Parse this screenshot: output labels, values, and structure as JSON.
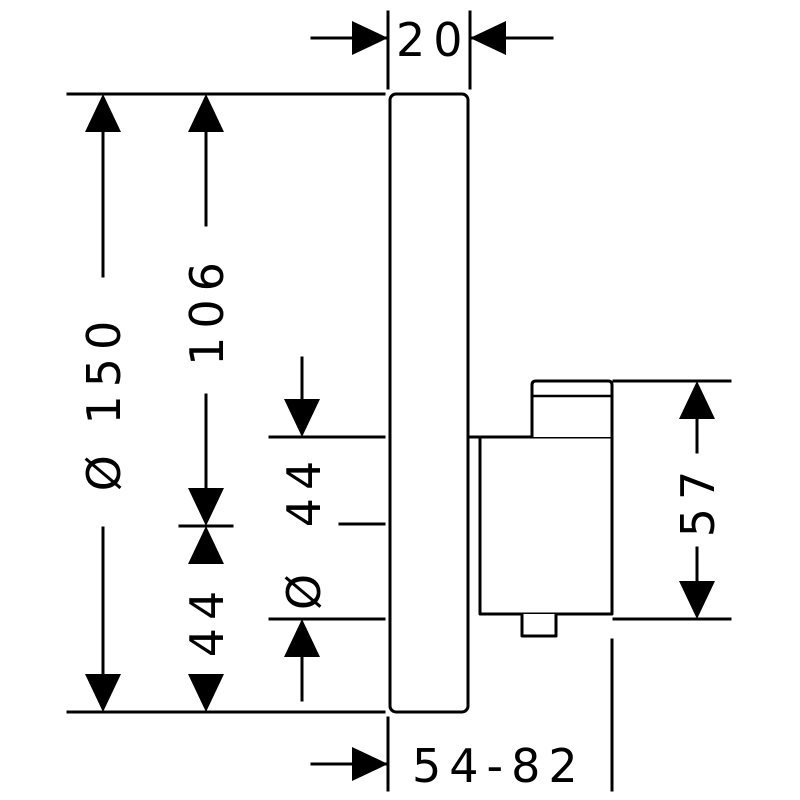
{
  "dimensions": {
    "width_top": "20",
    "depth_bottom": "54-82",
    "plate_diameter": "Ø 150",
    "upper_height": "106",
    "lower_offset": "44",
    "center_diameter": "Ø 44",
    "body_height": "57"
  }
}
